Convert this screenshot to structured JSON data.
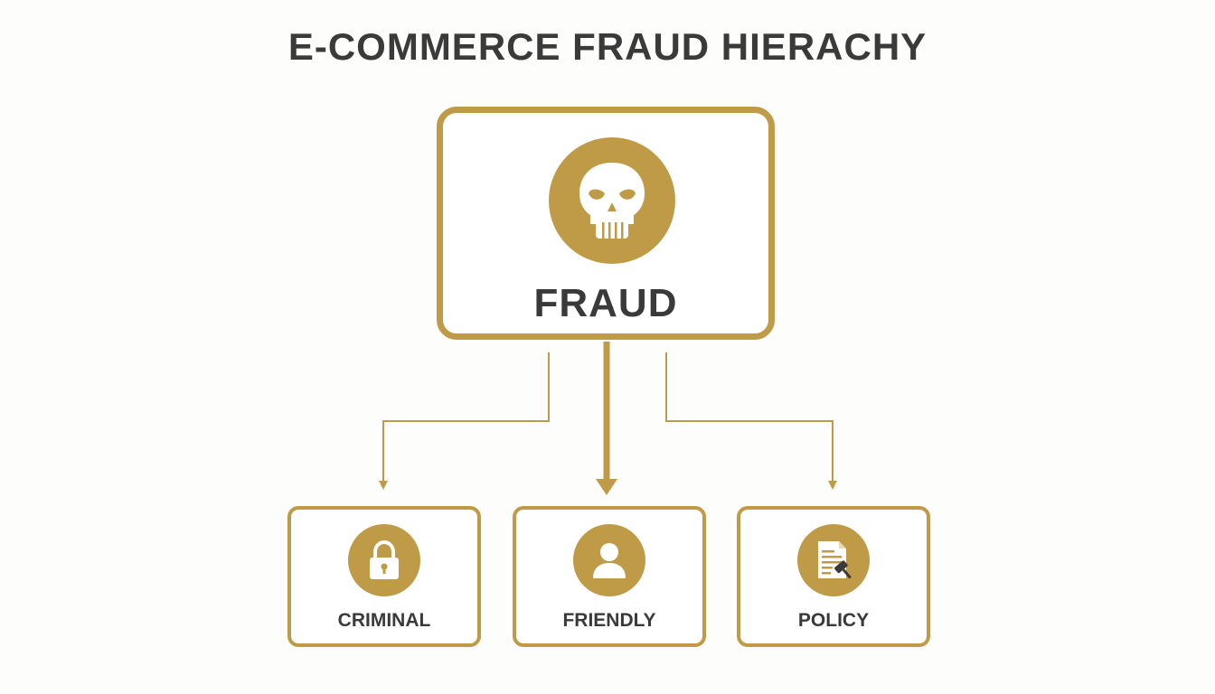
{
  "title": "E-COMMERCE FRAUD HIERACHY",
  "accent_color": "#bf9a47",
  "text_color": "#3a3a3a",
  "root": {
    "label": "FRAUD",
    "icon": "skull-icon"
  },
  "children": [
    {
      "label": "CRIMINAL",
      "icon": "padlock-icon"
    },
    {
      "label": "FRIENDLY",
      "icon": "user-icon"
    },
    {
      "label": "POLICY",
      "icon": "document-gavel-icon"
    }
  ]
}
